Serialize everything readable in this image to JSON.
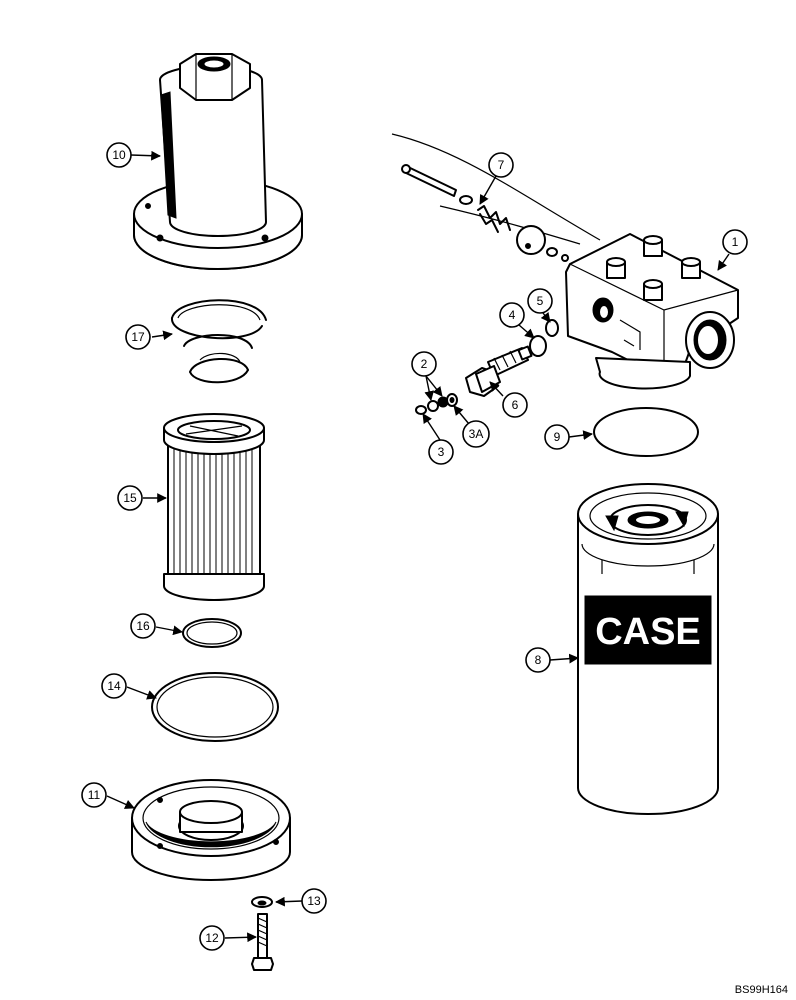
{
  "drawing_code": "BS99H164",
  "brand_label": "CASE",
  "callouts": [
    "10",
    "17",
    "15",
    "16",
    "14",
    "11",
    "13",
    "12",
    "7",
    "1",
    "5",
    "4",
    "2",
    "6",
    "3",
    "3A",
    "9",
    "8"
  ]
}
